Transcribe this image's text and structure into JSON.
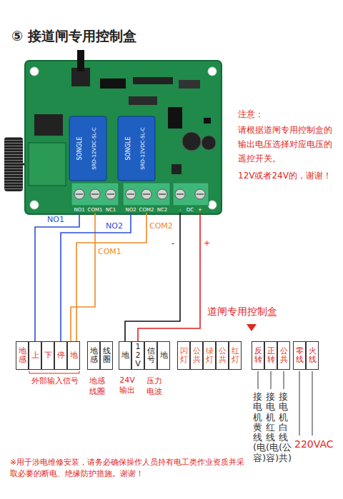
{
  "diagram": {
    "title": "⑤ 接道闸专用控制盒",
    "nodes": [
      {
        "text": [
          "NO1"
        ]
      },
      {
        "text": [
          "COM1"
        ]
      },
      {
        "text": [
          "NC1"
        ]
      },
      {
        "text": [
          "NO2"
        ]
      },
      {
        "text": [
          "COM2"
        ]
      },
      {
        "text": [
          "NC2"
        ]
      },
      {
        "text": [
          "-"
        ]
      },
      {
        "text": [
          "DC"
        ]
      },
      {
        "text": [
          "+"
        ]
      },
      {
        "text": [
          "地感"
        ]
      },
      {
        "text": [
          "上"
        ]
      },
      {
        "text": [
          "下"
        ]
      },
      {
        "text": [
          "停"
        ]
      },
      {
        "text": [
          "地"
        ]
      },
      {
        "text": [
          "地感"
        ]
      },
      {
        "text": [
          "线圈"
        ]
      },
      {
        "text": [
          "地"
        ]
      },
      {
        "text": [
          "12V"
        ]
      },
      {
        "text": [
          "信号"
        ]
      },
      {
        "text": [
          "地"
        ]
      },
      {
        "text": [
          "闪灯"
        ]
      },
      {
        "text": [
          "公共"
        ]
      },
      {
        "text": [
          "绿灯"
        ]
      },
      {
        "text": [
          "公共"
        ]
      },
      {
        "text": [
          "红灯"
        ]
      },
      {
        "text": [
          "反转"
        ]
      },
      {
        "text": [
          "正转"
        ]
      },
      {
        "text": [
          "公共"
        ]
      },
      {
        "text": [
          "零线"
        ]
      },
      {
        "text": [
          "火线"
        ]
      }
    ],
    "edges": [
      {
        "from": 0,
        "to": 10,
        "arrow": "none",
        "label": "NO1"
      },
      {
        "from": 1,
        "to": 13,
        "arrow": "none",
        "label": "COM1"
      },
      {
        "from": 3,
        "to": 12,
        "arrow": "none",
        "label": "NO2"
      },
      {
        "from": 4,
        "to": 13,
        "arrow": "none",
        "label": "COM2"
      },
      {
        "from": 6,
        "to": 16,
        "arrow": "none",
        "label": "-"
      },
      {
        "from": 8,
        "to": 17,
        "arrow": "none",
        "label": "+"
      }
    ],
    "labels": [
      "注意：",
      "请根据道闸专用控制盒的输出电压选择对应电压的遥控开关。",
      "12V或者24V的，谢谢！",
      "SONGLE",
      "SRD-12VDC-SL-C",
      "SONGLE",
      "SRD-12VDC-SL-C",
      "道闸专用控制盒",
      "外部输入信号",
      "地感线圈",
      "24V输出",
      "压力电波",
      "接电机黄线(电容)",
      "接电机红线(电容)",
      "接电机白线(公共)",
      "220VAC",
      "※用于涉电维修安装，请务必确保操作人员持有电工类作业资质并采取必要的断电、绝缘防护措施。谢谢！"
    ]
  }
}
